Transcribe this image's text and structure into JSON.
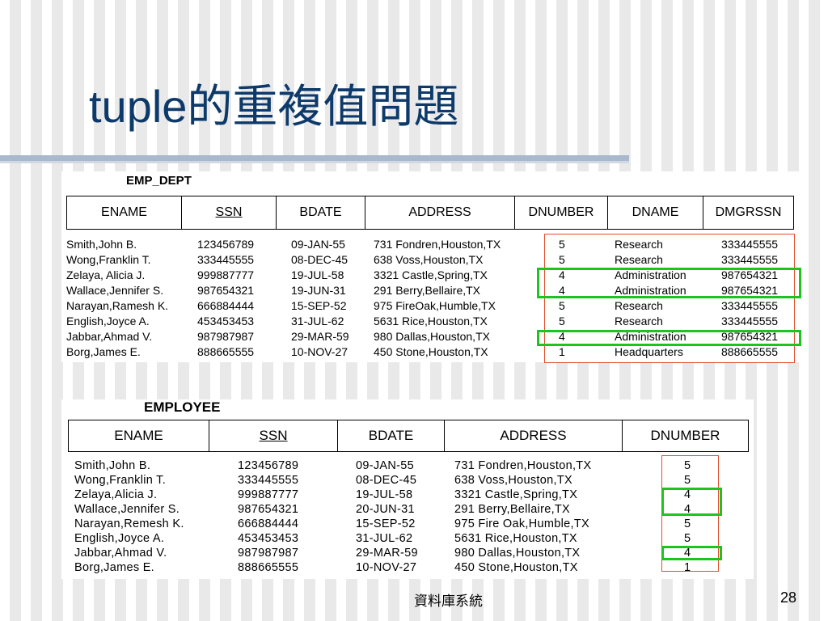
{
  "slide": {
    "title": "tuple的重複值問題",
    "footer": "資料庫系統",
    "page_number": "28"
  },
  "emp_dept": {
    "name": "EMP_DEPT",
    "columns": [
      "ENAME",
      "SSN",
      "BDATE",
      "ADDRESS",
      "DNUMBER",
      "DNAME",
      "DMGRSSN"
    ],
    "rows": [
      [
        "Smith,John B.",
        "123456789",
        "09-JAN-55",
        "731 Fondren,Houston,TX",
        "5",
        "Research",
        "333445555"
      ],
      [
        "Wong,Franklin T.",
        "333445555",
        "08-DEC-45",
        "638 Voss,Houston,TX",
        "5",
        "Research",
        "333445555"
      ],
      [
        "Zelaya, Alicia J.",
        "999887777",
        "19-JUL-58",
        "3321 Castle,Spring,TX",
        "4",
        "Administration",
        "987654321"
      ],
      [
        "Wallace,Jennifer S.",
        "987654321",
        "19-JUN-31",
        "291 Berry,Bellaire,TX",
        "4",
        "Administration",
        "987654321"
      ],
      [
        "Narayan,Ramesh K.",
        "666884444",
        "15-SEP-52",
        "975 FireOak,Humble,TX",
        "5",
        "Research",
        "333445555"
      ],
      [
        "English,Joyce A.",
        "453453453",
        "31-JUL-62",
        "5631 Rice,Houston,TX",
        "5",
        "Research",
        "333445555"
      ],
      [
        "Jabbar,Ahmad V.",
        "987987987",
        "29-MAR-59",
        "980 Dallas,Houston,TX",
        "4",
        "Administration",
        "987654321"
      ],
      [
        "Borg,James E.",
        "888665555",
        "10-NOV-27",
        "450 Stone,Houston,TX",
        "1",
        "Headquarters",
        "888665555"
      ]
    ]
  },
  "employee": {
    "name": "EMPLOYEE",
    "columns": [
      "ENAME",
      "SSN",
      "BDATE",
      "ADDRESS",
      "DNUMBER"
    ],
    "rows": [
      [
        "Smith,John B.",
        "123456789",
        "09-JAN-55",
        "731 Fondren,Houston,TX",
        "5"
      ],
      [
        "Wong,Franklin T.",
        "333445555",
        "08-DEC-45",
        "638 Voss,Houston,TX",
        "5"
      ],
      [
        "Zelaya,Alicia J.",
        "999887777",
        "19-JUL-58",
        "3321 Castle,Spring,TX",
        "4"
      ],
      [
        "Wallace,Jennifer S.",
        "987654321",
        "20-JUN-31",
        "291 Berry,Bellaire,TX",
        "4"
      ],
      [
        "Narayan,Remesh K.",
        "666884444",
        "15-SEP-52",
        "975 Fire Oak,Humble,TX",
        "5"
      ],
      [
        "English,Joyce A.",
        "453453453",
        "31-JUL-62",
        "5631 Rice,Houston,TX",
        "5"
      ],
      [
        "Jabbar,Ahmad V.",
        "987987987",
        "29-MAR-59",
        "980 Dallas,Houston,TX",
        "4"
      ],
      [
        "Borg,James E.",
        "888665555",
        "10-NOV-27",
        "450 Stone,Houston,TX",
        "1"
      ]
    ]
  },
  "colors": {
    "title": "#0d3a6a",
    "highlight_green": "#1ec41e",
    "highlight_red": "#e0502a"
  }
}
